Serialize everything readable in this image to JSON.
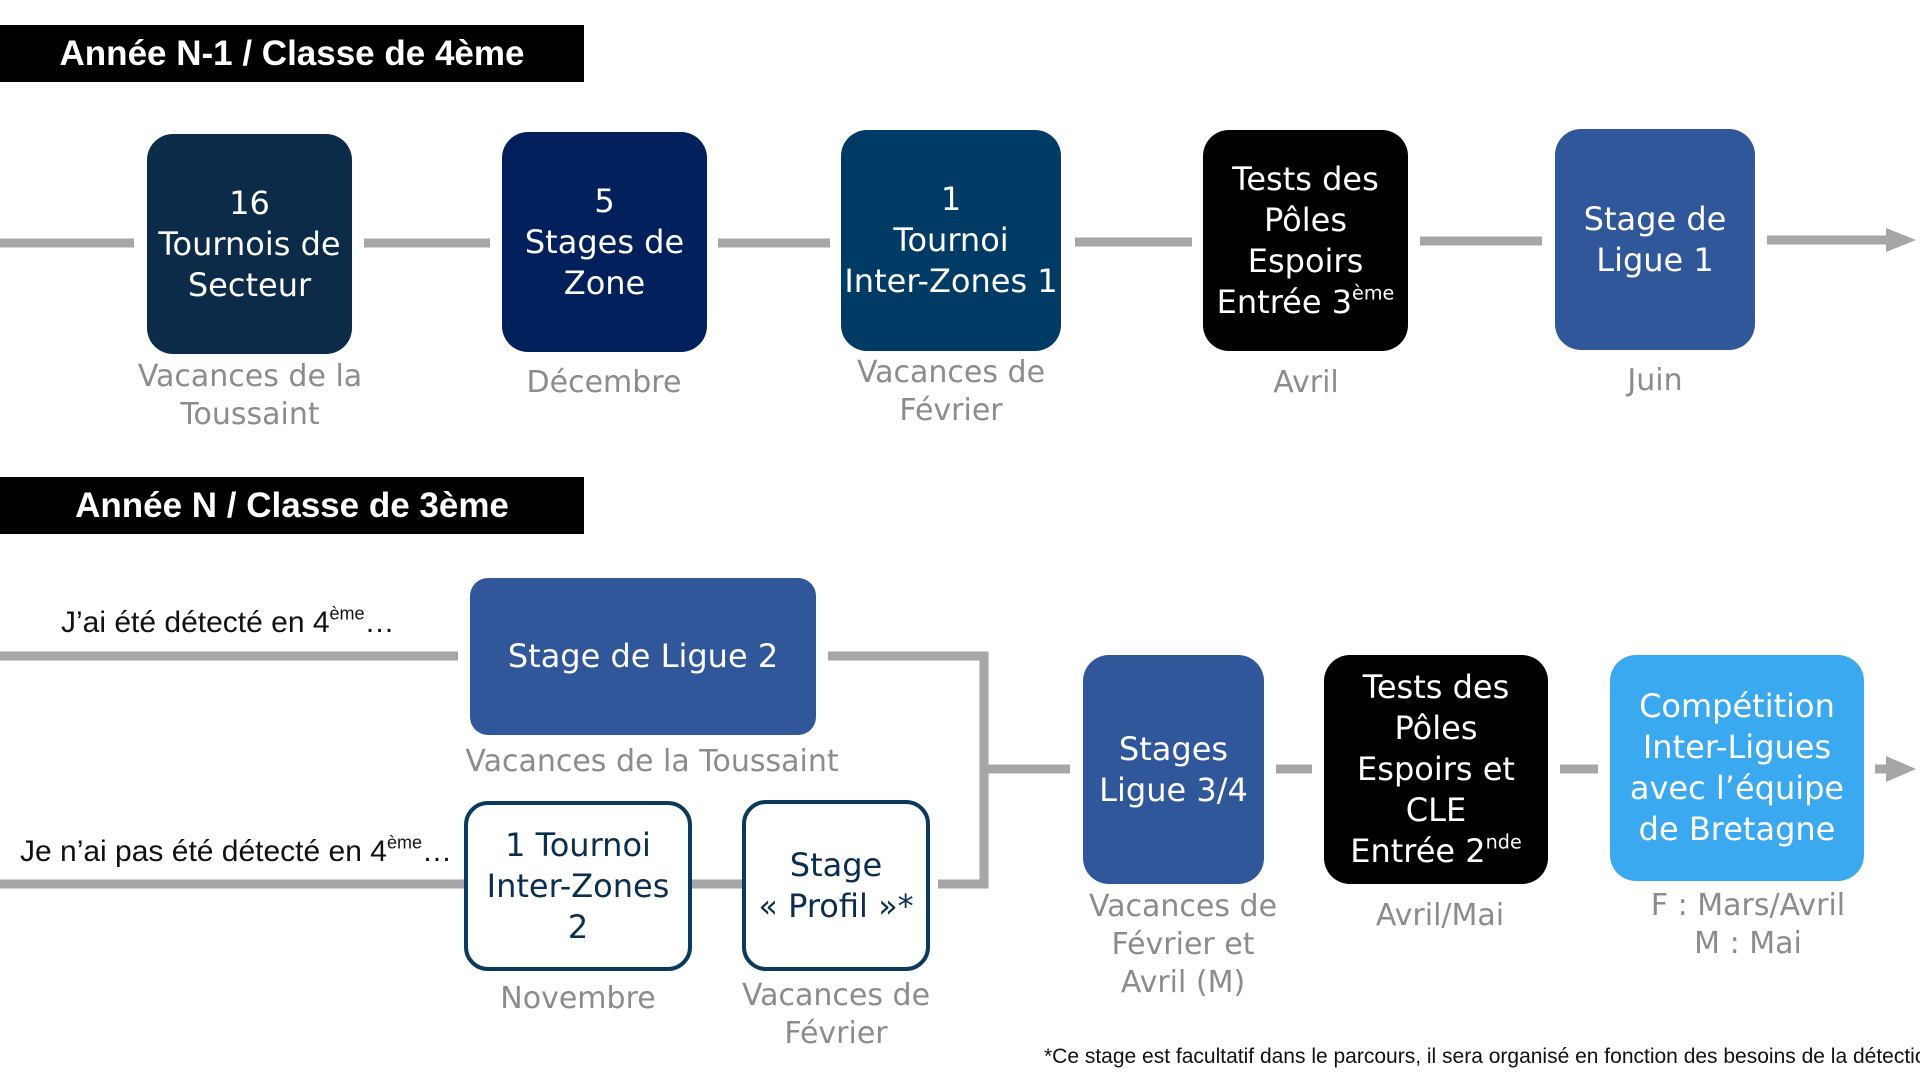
{
  "colors": {
    "navy": "#0b2b48",
    "deep_blue": "#02215c",
    "teal_blue": "#003b66",
    "black": "#000000",
    "mid_blue": "#30579a",
    "light_blue": "#3aa9f0",
    "line_gray": "#a6a6a6",
    "caption_gray": "#8c8c8c"
  },
  "section1": {
    "header": "Année N-1 / Classe de 4ème",
    "steps": [
      {
        "lines": [
          "16",
          "Tournois de",
          "Secteur"
        ],
        "caption": [
          "Vacances de la",
          "Toussaint"
        ]
      },
      {
        "lines": [
          "5",
          "Stages de",
          "Zone"
        ],
        "caption": [
          "Décembre"
        ]
      },
      {
        "lines": [
          "1",
          "Tournoi",
          "Inter-Zones 1"
        ],
        "caption": [
          "Vacances de",
          "Février"
        ]
      },
      {
        "lines": [
          "Tests des",
          "Pôles",
          "Espoirs",
          "Entrée 3"
        ],
        "sup": "ème",
        "caption": [
          "Avril"
        ]
      },
      {
        "lines": [
          "Stage de",
          "Ligue 1"
        ],
        "caption": [
          "Juin"
        ]
      }
    ]
  },
  "section2": {
    "header": "Année N / Classe de 3ème",
    "label_detected": {
      "text": "J’ai été détecté en 4",
      "sup": "ème",
      "suffix": "…"
    },
    "label_not_detected": {
      "text": "Je n’ai pas été détecté en 4",
      "sup": "ème",
      "suffix": "…"
    },
    "stage_ligue2": {
      "lines": [
        "Stage de Ligue 2"
      ],
      "caption": [
        "Vacances de la Toussaint"
      ]
    },
    "tournoi_iz2": {
      "lines": [
        "1 Tournoi",
        "Inter-Zones",
        "2"
      ],
      "caption": [
        "Novembre"
      ]
    },
    "stage_profil": {
      "lines": [
        "Stage",
        "« Profil »*"
      ],
      "caption": [
        "Vacances de",
        "Février"
      ]
    },
    "stages_ligue34": {
      "lines": [
        "Stages",
        "Ligue 3/4"
      ],
      "caption": [
        "Vacances de",
        "Février et",
        "Avril (M)"
      ]
    },
    "tests_poles": {
      "lines": [
        "Tests des",
        "Pôles",
        "Espoirs et",
        "CLE",
        "Entrée 2"
      ],
      "sup": "nde",
      "caption": [
        "Avril/Mai"
      ]
    },
    "competition": {
      "lines": [
        "Compétition",
        "Inter-Ligues",
        "avec l’équipe",
        "de Bretagne"
      ],
      "caption": [
        "F : Mars/Avril",
        "M : Mai"
      ]
    }
  },
  "footnote": "*Ce stage est facultatif dans le parcours, il sera organisé en fonction des besoins de la détection"
}
